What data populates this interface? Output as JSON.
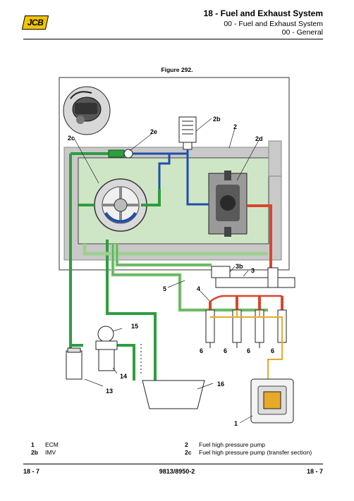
{
  "header": {
    "logo_text": "JCB",
    "title": "18 - Fuel and Exhaust System",
    "subtitle_1": "00 - Fuel and Exhaust System",
    "subtitle_2": "00 - General"
  },
  "figure": {
    "caption": "Figure 292.",
    "callouts": {
      "c2": "2",
      "c2b": "2b",
      "c2c": "2c",
      "c2d": "2d",
      "c2e": "2e",
      "c3": "3",
      "c3b": "3b",
      "c4": "4",
      "c5": "5",
      "c6a": "6",
      "c6b": "6",
      "c6c": "6",
      "c6d": "6",
      "c13": "13",
      "c14": "14",
      "c15": "15",
      "c16": "16",
      "c1": "1"
    }
  },
  "legend": {
    "left": [
      {
        "num": "1",
        "label": "ECM"
      },
      {
        "num": "2b",
        "label": "IMV"
      }
    ],
    "right": [
      {
        "num": "2",
        "label": "Fuel high pressure pump"
      },
      {
        "num": "2c",
        "label": "Fuel high pressure pump (transfer section)"
      }
    ]
  },
  "footer": {
    "page_left": "18 - 7",
    "doc_number": "9813/8950-2",
    "page_right": "18 - 7"
  },
  "colors": {
    "pump_body": "#c9c9c9",
    "transfer_section": "#cfe6c6",
    "low_pressure_green": "#2e9e3e",
    "return_light_green": "#9fcf90",
    "imv_blue": "#1f4fa8",
    "high_pressure_red": "#d9472b",
    "harness_orange": "#e8a92a"
  }
}
